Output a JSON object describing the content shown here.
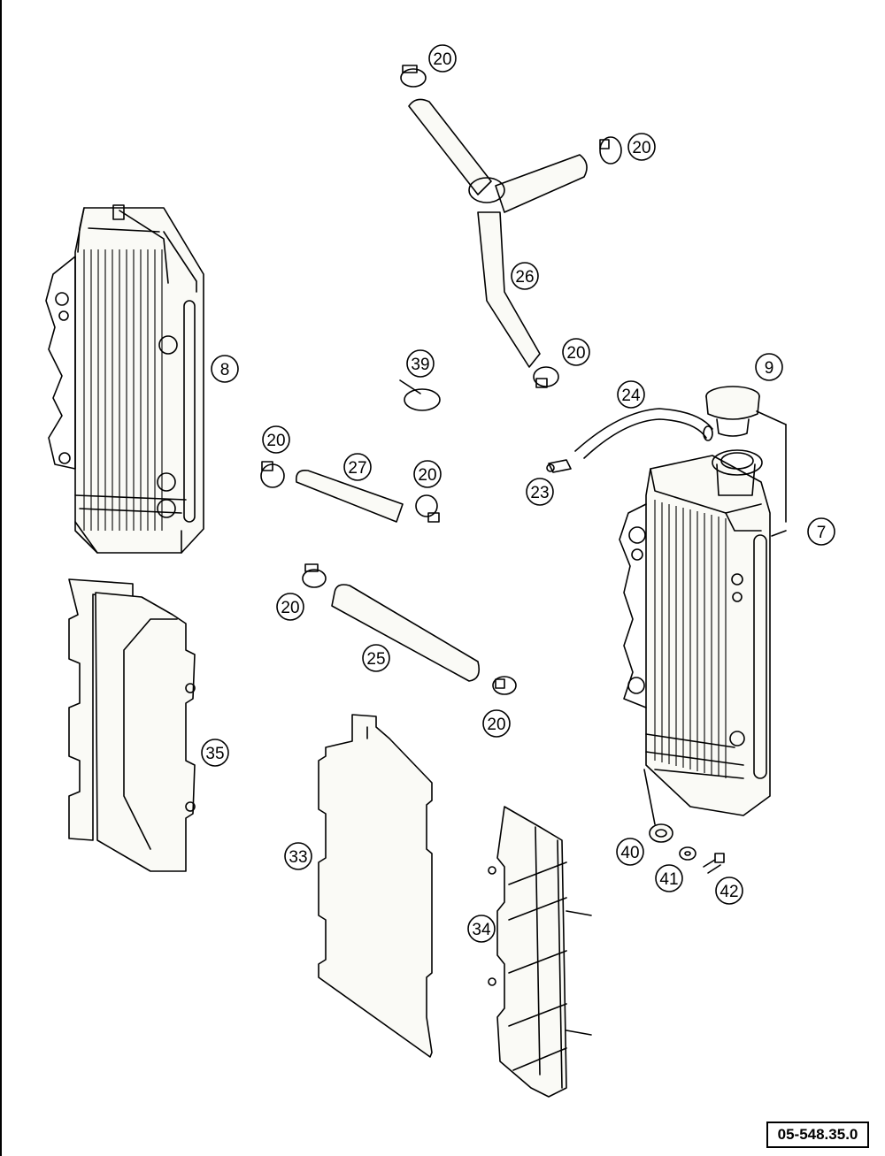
{
  "diagram": {
    "title": "",
    "document_number": "05-548.35.0",
    "callouts": [
      {
        "id": "c20-top",
        "label": "20"
      },
      {
        "id": "c20-tr",
        "label": "20"
      },
      {
        "id": "c26",
        "label": "26"
      },
      {
        "id": "c20-mid",
        "label": "20"
      },
      {
        "id": "c39",
        "label": "39"
      },
      {
        "id": "c9",
        "label": "9"
      },
      {
        "id": "c8",
        "label": "8"
      },
      {
        "id": "c24",
        "label": "24"
      },
      {
        "id": "c20-l",
        "label": "20"
      },
      {
        "id": "c27",
        "label": "27"
      },
      {
        "id": "c20-r",
        "label": "20"
      },
      {
        "id": "c23",
        "label": "23"
      },
      {
        "id": "c7",
        "label": "7"
      },
      {
        "id": "c20-ll",
        "label": "20"
      },
      {
        "id": "c25",
        "label": "25"
      },
      {
        "id": "c20-lr",
        "label": "20"
      },
      {
        "id": "c35",
        "label": "35"
      },
      {
        "id": "c33",
        "label": "33"
      },
      {
        "id": "c34",
        "label": "34"
      },
      {
        "id": "c40",
        "label": "40"
      },
      {
        "id": "c41",
        "label": "41"
      },
      {
        "id": "c42",
        "label": "42"
      }
    ]
  }
}
